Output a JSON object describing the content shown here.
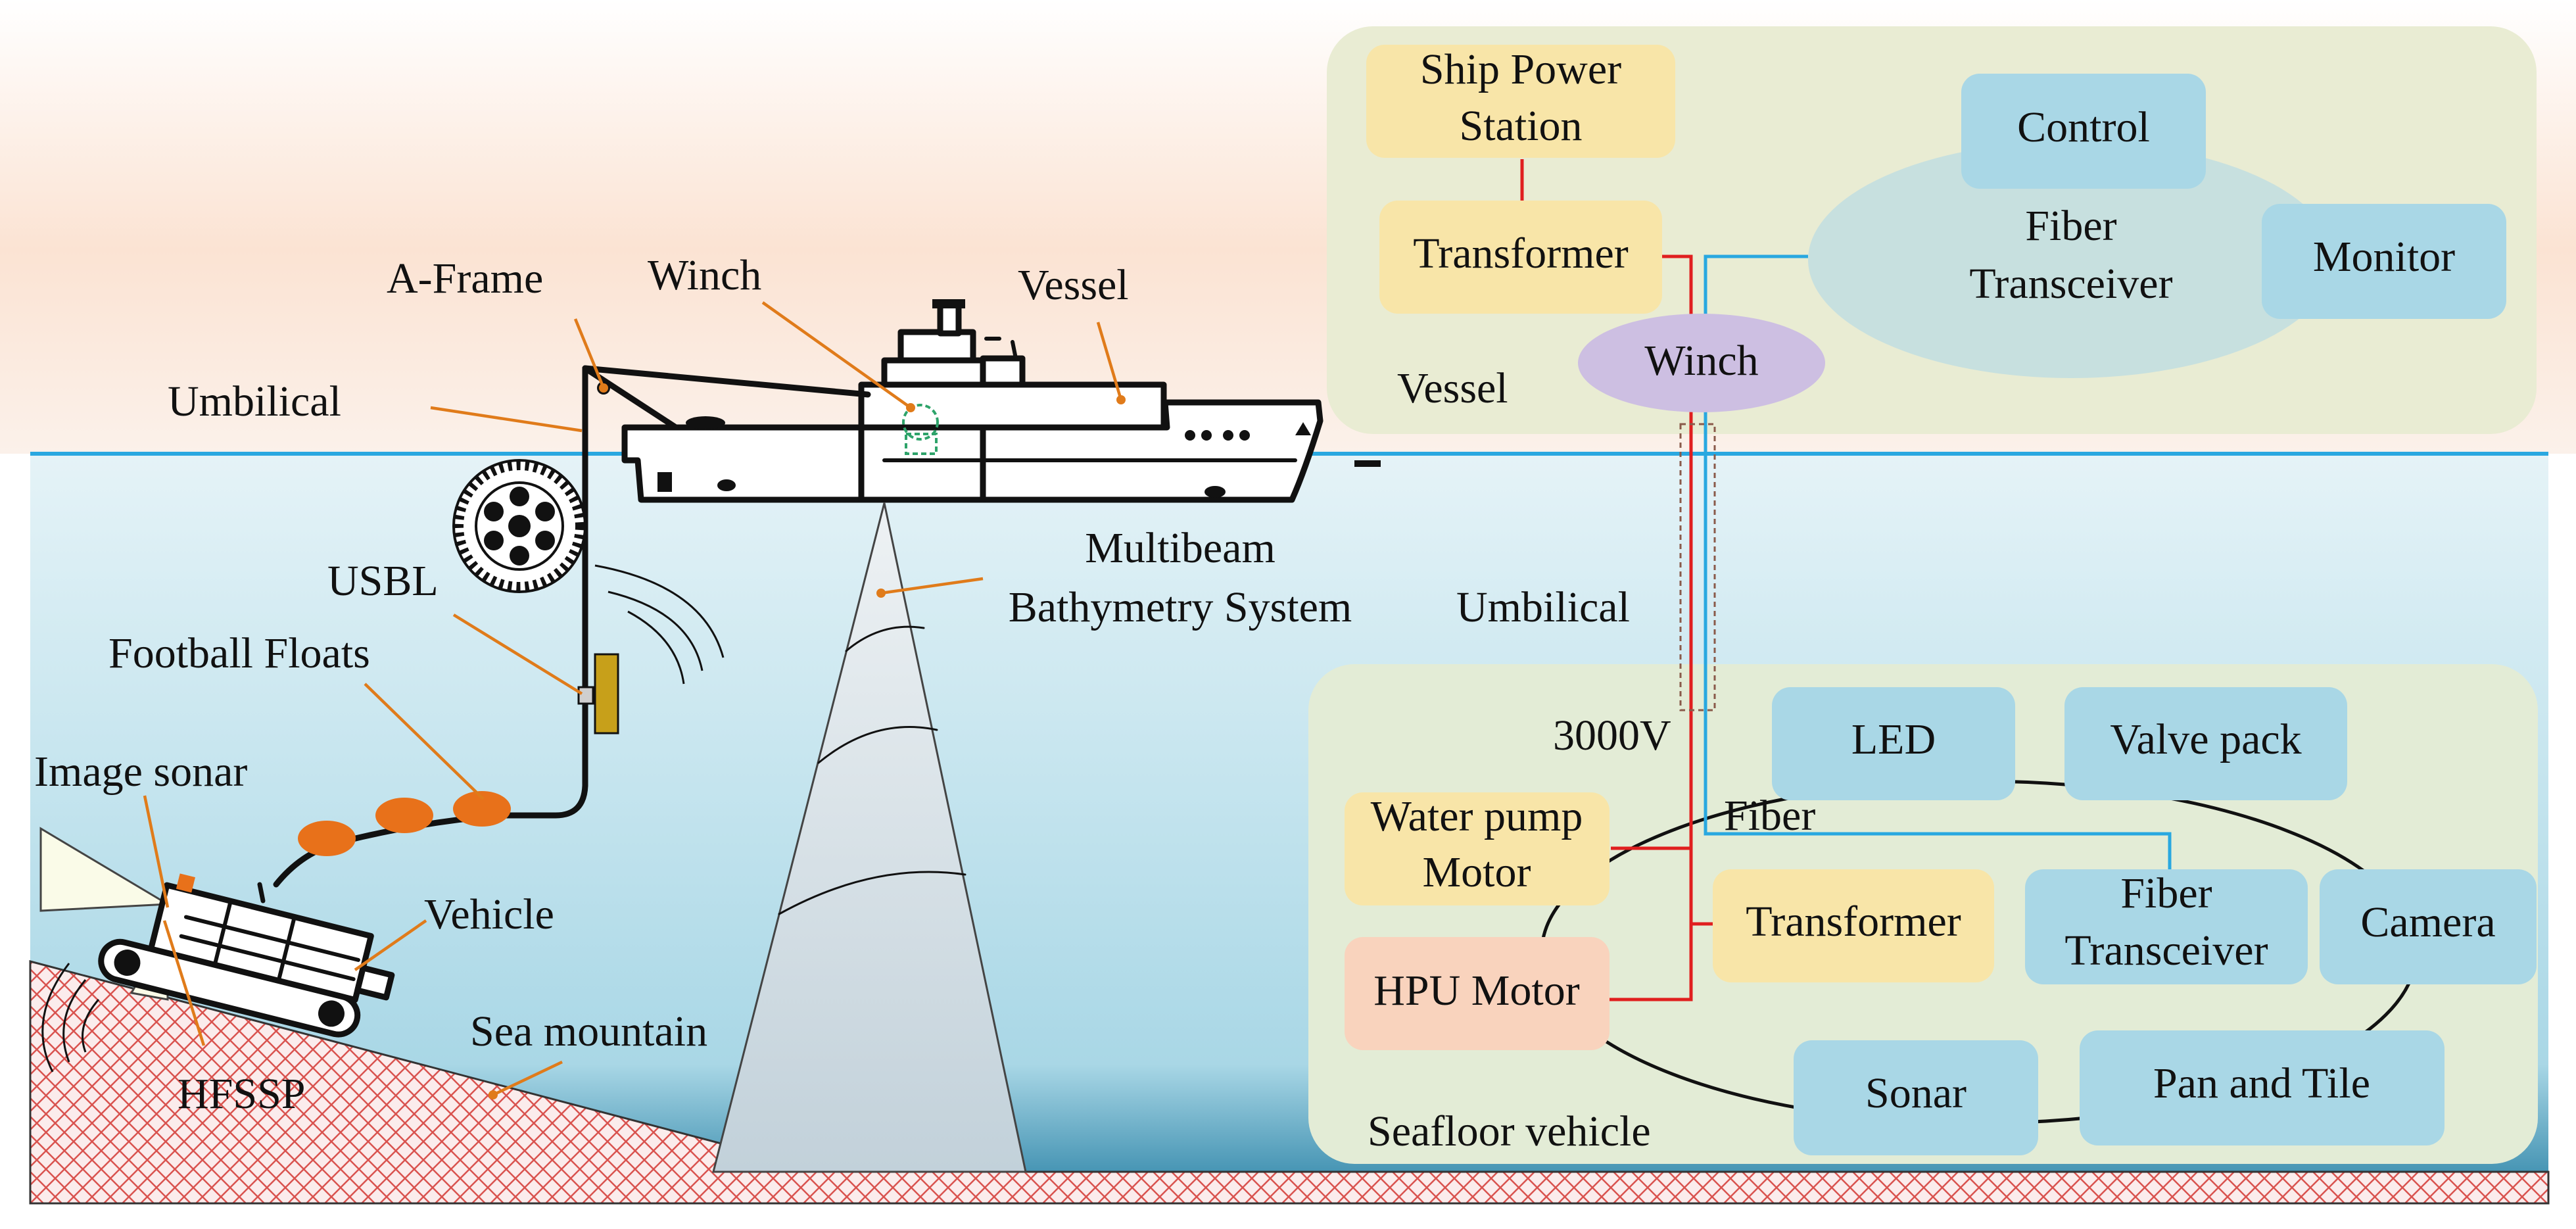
{
  "colors": {
    "water_line": "#29a8e0",
    "power_line": "#e01f1f",
    "fiber_line": "#29a8e0",
    "leader_line": "#e07b1a",
    "panel_bg": "#e9ecd3",
    "box_blue": "#a9d7e6",
    "box_yellow": "#f8e5a8",
    "box_orange": "#f9d3bd",
    "winch_oval": "#cdbfe2",
    "float_orange": "#e8711a",
    "usbl_gold": "#c7a01a",
    "seabed_hatch": "#d9534f"
  },
  "scene": {
    "labels": {
      "a_frame": "A-Frame",
      "winch": "Winch",
      "vessel": "Vessel",
      "umbilical": "Umbilical",
      "usbl": "USBL",
      "football_floats": "Football Floats",
      "image_sonar": "Image sonar",
      "vehicle": "Vehicle",
      "hfssp": "HFSSP",
      "sea_mountain": "Sea mountain",
      "multibeam_line1": "Multibeam",
      "multibeam_line2": "Bathymetry System"
    }
  },
  "vessel_panel": {
    "title": "Vessel",
    "ship_power_line1": "Ship Power",
    "ship_power_line2": "Station",
    "transformer": "Transformer",
    "winch": "Winch",
    "control": "Control",
    "fiber_line1": "Fiber",
    "fiber_line2": "Transceiver",
    "monitor": "Monitor"
  },
  "middle": {
    "umbilical": "Umbilical",
    "voltage": "3000V",
    "fiber": "Fiber"
  },
  "vehicle_panel": {
    "title": "Seafloor vehicle",
    "water_pump_line1": "Water pump",
    "water_pump_line2": "Motor",
    "hpu_motor": "HPU Motor",
    "transformer": "Transformer",
    "led": "LED",
    "valve_pack": "Valve pack",
    "fiber_line1": "Fiber",
    "fiber_line2": "Transceiver",
    "camera": "Camera",
    "sonar": "Sonar",
    "pan_tile": "Pan and Tile"
  }
}
